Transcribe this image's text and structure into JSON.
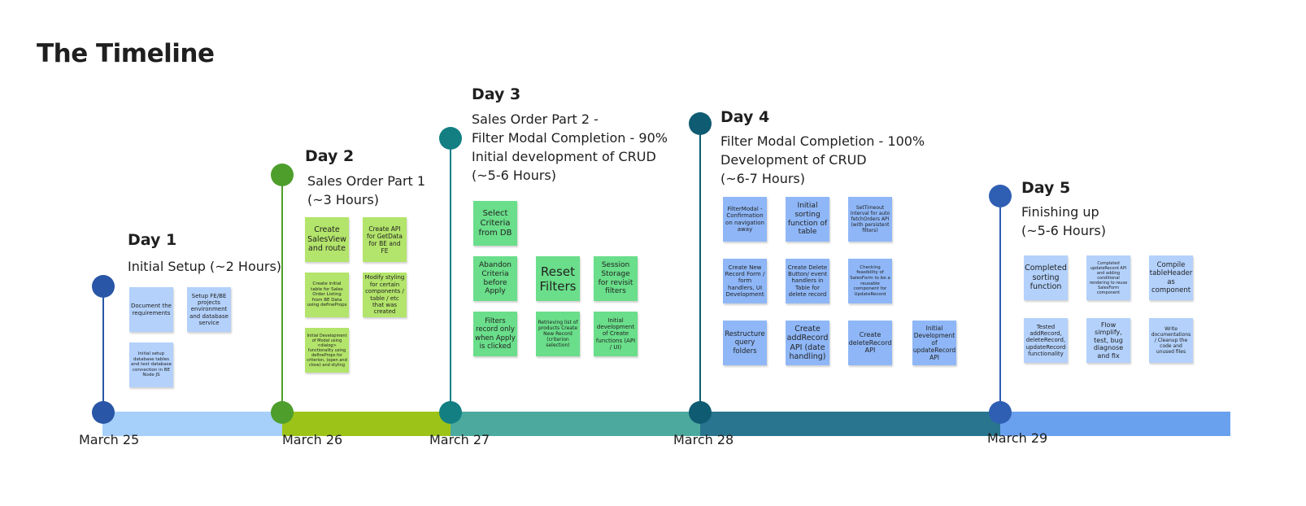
{
  "title": "The Timeline",
  "days": [
    {
      "title": "Day 1",
      "lines": [
        "Initial Setup (~2 Hours)"
      ],
      "date": "March 25",
      "color": "#2956a6"
    },
    {
      "title": "Day 2",
      "lines": [
        "Sales Order Part 1",
        "(~3 Hours)"
      ],
      "date": "March 26",
      "color": "#4e9e2c"
    },
    {
      "title": "Day 3",
      "lines": [
        "Sales Order Part 2 -",
        "Filter Modal Completion - 90%",
        "Initial development of CRUD",
        "(~5-6 Hours)"
      ],
      "date": "March 27",
      "color": "#137f83"
    },
    {
      "title": "Day 4",
      "lines": [
        "Filter Modal Completion - 100%",
        "Development of CRUD",
        "(~6-7 Hours)"
      ],
      "date": "March 28",
      "color": "#0f5b72"
    },
    {
      "title": "Day 5",
      "lines": [
        "Finishing up",
        "(~5-6 Hours)"
      ],
      "date": "March 29",
      "color": "#2f5fb3"
    }
  ],
  "segment_colors": [
    "#a6d0fa",
    "#9cc318",
    "#4ba99d",
    "#29758f",
    "#6aa1ef"
  ],
  "notes": [
    {
      "text": "Document the requirements",
      "color": "#b3d1fb",
      "day": 1
    },
    {
      "text": "Setup FE/BE projects environment and database service",
      "color": "#b3d1fb",
      "day": 1
    },
    {
      "text": "Initial setup database tables and test database connection in BE Node JS",
      "color": "#b3d1fb",
      "day": 1
    },
    {
      "text": "Create SalesView and route",
      "color": "#b3e46b",
      "day": 2
    },
    {
      "text": "Create API for GetData for BE and FE",
      "color": "#b3e46b",
      "day": 2
    },
    {
      "text": "Create initial table for Sales Order Listing from BE Data using defineProps",
      "color": "#b3e46b",
      "day": 2
    },
    {
      "text": "Modify styling for certain components / table / etc that was created",
      "color": "#b3e46b",
      "day": 2
    },
    {
      "text": "Initial Development of Modal using <dialog> functionality using defineProps for criterion, (open and close) and styling",
      "color": "#b3e46b",
      "day": 2
    },
    {
      "text": "Select Criteria from DB",
      "color": "#6ade8a",
      "day": 3
    },
    {
      "text": "Abandon Criteria before Apply",
      "color": "#6ade8a",
      "day": 3
    },
    {
      "text": "Reset Filters",
      "color": "#6ade8a",
      "day": 3
    },
    {
      "text": "Session Storage for revisit filters",
      "color": "#6ade8a",
      "day": 3
    },
    {
      "text": "Filters record only when Apply is clicked",
      "color": "#6ade8a",
      "day": 3
    },
    {
      "text": "Retrieving list of products Create New Record (criterion selection)",
      "color": "#6ade8a",
      "day": 3
    },
    {
      "text": "Initial development of Create functions (API / UI)",
      "color": "#6ade8a",
      "day": 3
    },
    {
      "text": "FilterModal - Confirmation on navigation away",
      "color": "#8fb7f7",
      "day": 4
    },
    {
      "text": "Initial sorting function of table",
      "color": "#8fb7f7",
      "day": 4
    },
    {
      "text": "SetTimeout interval for auto fetchOrders API (with persistent filters)",
      "color": "#8fb7f7",
      "day": 4
    },
    {
      "text": "Create New Record Form / form handlers, UI Development",
      "color": "#8fb7f7",
      "day": 4
    },
    {
      "text": "Create Delete Button/ event handlers in Table for delete record",
      "color": "#8fb7f7",
      "day": 4
    },
    {
      "text": "Checking feasibility of SalesForm to be a reusable component for UpdateRecord",
      "color": "#8fb7f7",
      "day": 4
    },
    {
      "text": "Restructure query folders",
      "color": "#8fb7f7",
      "day": 4
    },
    {
      "text": "Create addRecord API (date handling)",
      "color": "#8fb7f7",
      "day": 4
    },
    {
      "text": "Create deleteRecord API",
      "color": "#8fb7f7",
      "day": 4
    },
    {
      "text": "Initial Development of updateRecord API",
      "color": "#8fb7f7",
      "day": 4
    },
    {
      "text": "Completed sorting function",
      "color": "#b3d1fb",
      "day": 5
    },
    {
      "text": "Completed updateRecord API and adding conditional rendering to reuse SalesForm component",
      "color": "#b3d1fb",
      "day": 5
    },
    {
      "text": "Compile tableHeader as component",
      "color": "#b3d1fb",
      "day": 5
    },
    {
      "text": "Tested addRecord, deleteRecord, updateRecord functionality",
      "color": "#b3d1fb",
      "day": 5
    },
    {
      "text": "Flow simplify, test, bug diagnose and fix",
      "color": "#b3d1fb",
      "day": 5
    },
    {
      "text": "Write documentations / Cleanup the code and unused files",
      "color": "#b3d1fb",
      "day": 5
    }
  ]
}
